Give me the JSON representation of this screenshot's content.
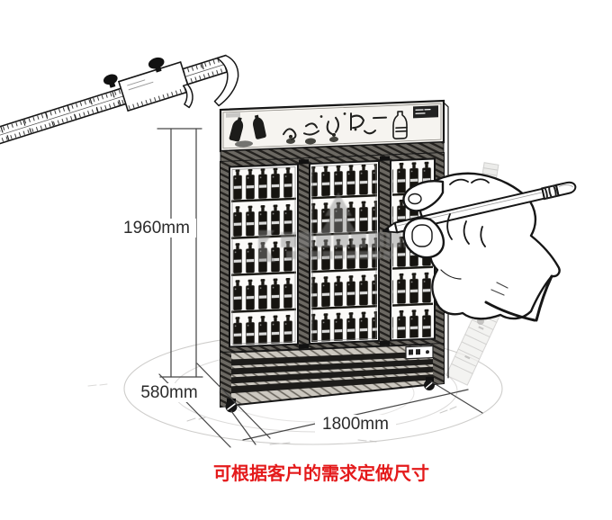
{
  "scene": {
    "background_color": "#ffffff",
    "ink_color": "#1a1a1a",
    "faint_line_color": "#c5c4c2"
  },
  "dimension_labels": {
    "height": "1960mm",
    "depth": "580mm",
    "width": "1800mm"
  },
  "caption": {
    "text": "可根据客户的需求定做尺寸",
    "color": "#e41a1b"
  },
  "icons": {
    "caliper": "vernier-caliper-sketch-icon",
    "hand_pencil": "hand-holding-pencil-icon",
    "faint_rulers": "ruler-sketch-icon",
    "floor": "floor-ellipse-guides",
    "watermark": "gray-watermark-logo",
    "cooler": "three-glass-door-display-cooler-sketch"
  }
}
